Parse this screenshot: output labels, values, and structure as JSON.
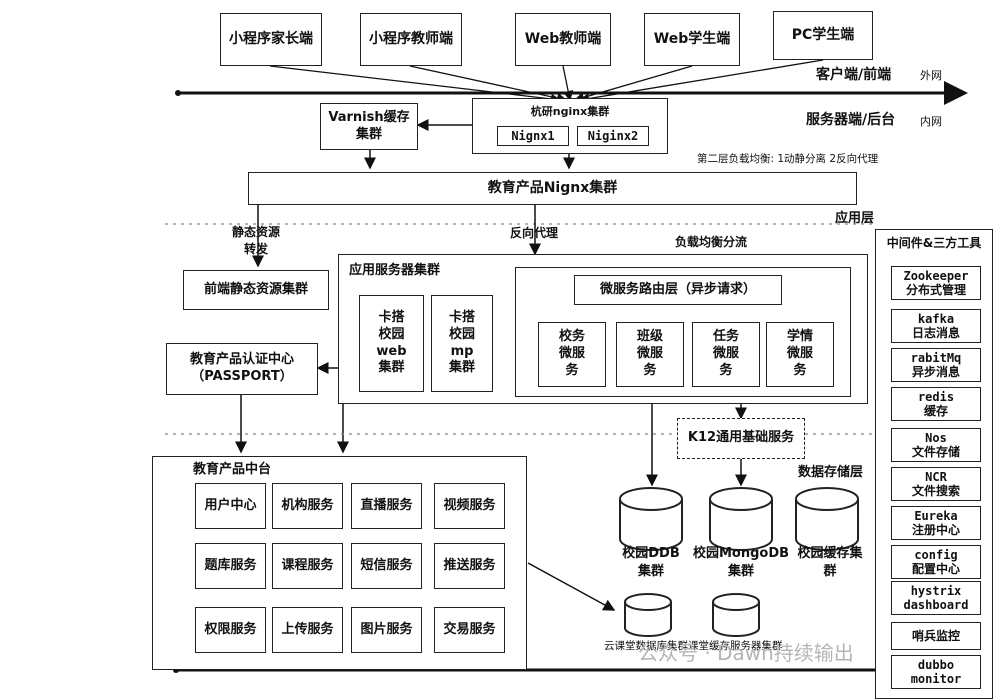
{
  "clients": [
    "小程序家长端",
    "小程序教师端",
    "Web教师端",
    "Web学生端",
    "PC学生端"
  ],
  "zones": {
    "client": "客户端/前端",
    "external": "外网",
    "server": "服务器端/后台",
    "internal": "内网",
    "app_layer": "应用层",
    "data_layer": "数据存储层"
  },
  "varnish": "Varnish缓存\n集群",
  "nginx_cluster": {
    "title": "杭研nginx集群",
    "nodes": [
      "Nignx1",
      "Niginx2"
    ]
  },
  "second_lb": "第二层负载均衡: 1动静分离 2反向代理",
  "product_nginx": "教育产品Nignx集群",
  "static_forward": "静态资源\n转发",
  "reverse_proxy": "反向代理",
  "lb_split": "负载均衡分流",
  "frontend_static": "前端静态资源集群",
  "app_server": {
    "title": "应用服务器集群",
    "kada_web": "卡搭\n校园\nweb\n集群",
    "kada_mp": "卡搭\n校园\nmp\n集群",
    "router": "微服务路由层（异步请求）",
    "services": [
      "校务\n微服\n务",
      "班级\n微服\n务",
      "任务\n微服\n务",
      "学情\n微服\n务"
    ]
  },
  "passport": "教育产品认证中心\n（PASSPORT）",
  "k12": "K12通用基础服务",
  "middle_platform": {
    "title": "教育产品中台",
    "services": [
      "用户中心",
      "机构服务",
      "直播服务",
      "视频服务",
      "题库服务",
      "课程服务",
      "短信服务",
      "推送服务",
      "权限服务",
      "上传服务",
      "图片服务",
      "交易服务"
    ]
  },
  "storage": [
    "校园DDB\n集群",
    "校园MongoDB\n集群",
    "校园缓存集\n群"
  ],
  "cloud_storage": "云课堂数据库集群课堂缓存服务器集群",
  "middleware": {
    "title": "中间件&三方工具",
    "items": [
      "Zookeeper\n分布式管理",
      "kafka\n日志消息",
      "rabitMq\n异步消息",
      "redis\n缓存",
      "Nos\n文件存储",
      "NCR\n文件搜索",
      "Eureka\n注册中心",
      "config\n配置中心",
      "hystrix\ndashboard",
      "哨兵监控",
      "dubbo\nmonitor"
    ]
  },
  "watermark": "公众号 · Dawn持续输出"
}
